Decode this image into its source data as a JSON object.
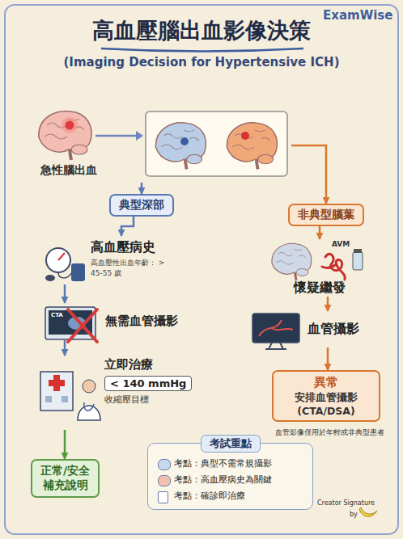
{
  "diagram": {
    "title": "高血壓腦出血影像決策",
    "nodes": [
      {
        "text": [
          "急性腦出血"
        ]
      },
      {
        "text": [
          "典型深部"
        ]
      },
      {
        "text": [
          "高血壓病史",
          "高血壓性出血年齡： > 45-55 歲"
        ]
      },
      {
        "text": [
          "無需血管攝影"
        ]
      },
      {
        "text": [
          "立即治療",
          "收縮壓目標"
        ]
      },
      {
        "text": [
          "< 140 mmHg"
        ],
        "in": 4
      },
      {
        "text": [
          "正常/安全",
          "補充說明"
        ]
      },
      {
        "text": [
          "非典型腦葉"
        ]
      },
      {
        "text": [
          "懷疑繼發"
        ]
      },
      {
        "text": [
          "血管攝影"
        ]
      },
      {
        "text": [
          "異常",
          "安排血管攝影 (CTA/DSA)"
        ]
      },
      {
        "text": [
          "考試重點",
          "考點：典型不需常規攝影",
          "考點：高血壓病史為關鍵",
          "考點：確診即治療"
        ]
      }
    ],
    "edges": [
      {
        "from": 0,
        "to": 1,
        "arrow": "to"
      },
      {
        "from": 0,
        "to": 7,
        "arrow": "to"
      },
      {
        "from": 1,
        "to": 2,
        "arrow": "to"
      },
      {
        "from": 2,
        "to": 3,
        "arrow": "to"
      },
      {
        "from": 3,
        "to": 4,
        "arrow": "to"
      },
      {
        "from": 4,
        "to": 6,
        "arrow": "to"
      },
      {
        "from": 7,
        "to": 8,
        "arrow": "to"
      },
      {
        "from": 8,
        "to": 9,
        "arrow": "to"
      },
      {
        "from": 9,
        "to": 10,
        "arrow": "to"
      }
    ],
    "labels": [
      "ExamWise",
      "(Imaging Decision for Hypertensive ICH)",
      "AVM",
      "血管影像僅用於年輕或非典型患者",
      "Creator Signature",
      "by",
      "CTA"
    ]
  }
}
